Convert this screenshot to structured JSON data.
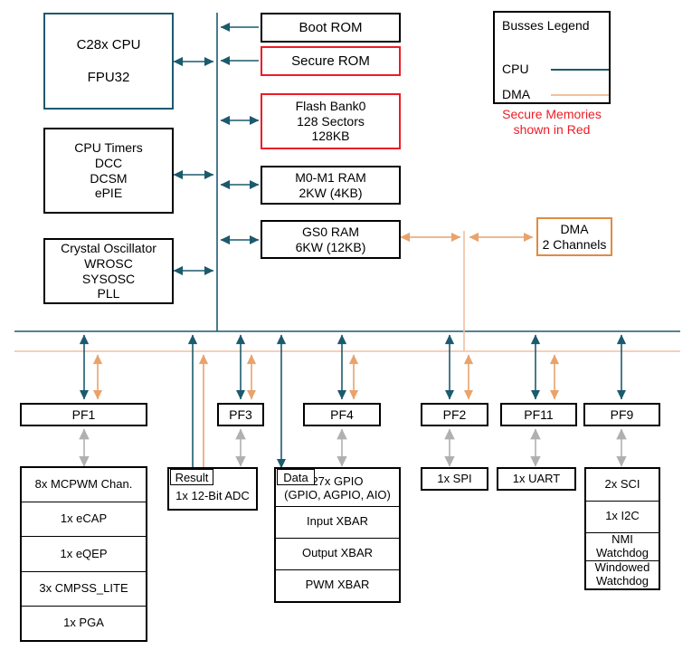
{
  "colors": {
    "cpu_bus": "#1c5a6e",
    "dma_bus": "#f0c0a0",
    "secure_red": "#ee1c25",
    "dma_box_border": "#e08b42",
    "cpu_box_border": "#1c5a6e",
    "generic_arrow": "#b0b0b0",
    "box_border": "#000000"
  },
  "cpu": {
    "line1": "C28x CPU",
    "line2": "FPU32"
  },
  "timers": {
    "line1": "CPU Timers",
    "line2": "DCC",
    "line3": "DCSM",
    "line4": "ePIE"
  },
  "clock": {
    "line1": "Crystal Oscillator",
    "line2": "WROSC",
    "line3": "SYSOSC",
    "line4": "PLL"
  },
  "memories": {
    "boot_rom": {
      "line1": "Boot ROM"
    },
    "secure_rom": {
      "line1": "Secure ROM"
    },
    "flash": {
      "line1": "Flash Bank0",
      "line2": "128 Sectors",
      "line3": "128KB"
    },
    "m0m1_ram": {
      "line1": "M0-M1 RAM",
      "line2": "2KW (4KB)"
    },
    "gs0_ram": {
      "line1": "GS0 RAM",
      "line2": "6KW (12KB)"
    }
  },
  "dma": {
    "line1": "DMA",
    "line2": "2 Channels"
  },
  "legend": {
    "title": "Busses Legend",
    "cpu_label": "CPU",
    "dma_label": "DMA",
    "secure_note_line1": "Secure Memories",
    "secure_note_line2": "shown in Red"
  },
  "peripheral_frames": [
    {
      "label": "PF1"
    },
    {
      "label": "PF3"
    },
    {
      "label": "PF4"
    },
    {
      "label": "PF2"
    },
    {
      "label": "PF11"
    },
    {
      "label": "PF9"
    }
  ],
  "tags": {
    "result": "Result",
    "data": "Data"
  },
  "pf1_stack": [
    {
      "line1": "8x MCPWM Chan."
    },
    {
      "line1": "1x eCAP"
    },
    {
      "line1": "1x eQEP"
    },
    {
      "line1": "3x CMPSS_LITE"
    },
    {
      "line1": "1x PGA"
    }
  ],
  "pf3_stack": [
    {
      "line1": "1x 12-Bit ADC"
    }
  ],
  "pf4_stack": [
    {
      "line1": "27x GPIO",
      "line2": "(GPIO, AGPIO, AIO)"
    },
    {
      "line1": "Input XBAR"
    },
    {
      "line1": "Output XBAR"
    },
    {
      "line1": "PWM XBAR"
    }
  ],
  "pf2_stack": [
    {
      "line1": "1x SPI"
    }
  ],
  "pf11_stack": [
    {
      "line1": "1x UART"
    }
  ],
  "pf9_stack": [
    {
      "line1": "2x SCI"
    },
    {
      "line1": "1x I2C"
    },
    {
      "line1": "NMI",
      "line2": "Watchdog"
    },
    {
      "line1": "Windowed",
      "line2": "Watchdog"
    }
  ]
}
